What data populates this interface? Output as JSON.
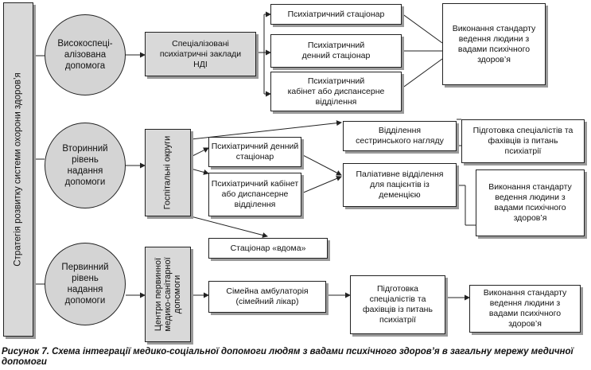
{
  "strategy_label": "Стратегія розвитку системи охорони здоров’я",
  "levels": {
    "high": "Високоспеці-\nалізована\nдопомога",
    "secondary": "Вторинний\nрівень\nнадання\nдопомоги",
    "primary": "Первинний\nрівень\nнадання\nдопомоги"
  },
  "row1": {
    "specialized": "Спеціалізовані\nпсихіатричні заклади\nНДІ",
    "inpatient": "Психіатричний стаціонар",
    "day_hospital": "Психіатричний\nденний стаціонар",
    "cabinet": "Психіатричний\nкабінет або диспансерне\nвідділення",
    "standard": "Виконання стандарту\nведення людини з\nвадами психічного\nздоров’я"
  },
  "row2": {
    "hospital_districts": "Госпітальні округи",
    "day_hospital": "Психіатричний денний\nстаціонар",
    "cabinet": "Психіатричний кабінет\nабо диспансерне\nвідділення",
    "home_hospital": "Стаціонар «вдома»",
    "nursing": "Відділення\nсестринського нагляду",
    "palliative": "Паліативне відділення\nдля пацієнтів із\nдеменцією",
    "training": "Підготовка спеціалістів та\nфахівців із питань\nпсихіатрії",
    "standard": "Виконання стандарту\nведення людини з\nвадами психічного\nздоров’я"
  },
  "row3": {
    "pmsd_centers": "Центри первинної\nмедико-санітарної\nдопомоги",
    "family_clinic": "Сімейна амбулаторія\n(сімейний лікар)",
    "training": "Підготовка\nспеціалістів та\nфахівців із питань\nпсихіатрії",
    "standard": "Виконання стандарту\nведення людини з\nвадами психічного\nздоров’я"
  },
  "caption": "Рисунок 7. Схема інтеграції медико-соціальної допомоги людям з вадами психічного здоров’я в загальну мережу медичної допомоги"
}
